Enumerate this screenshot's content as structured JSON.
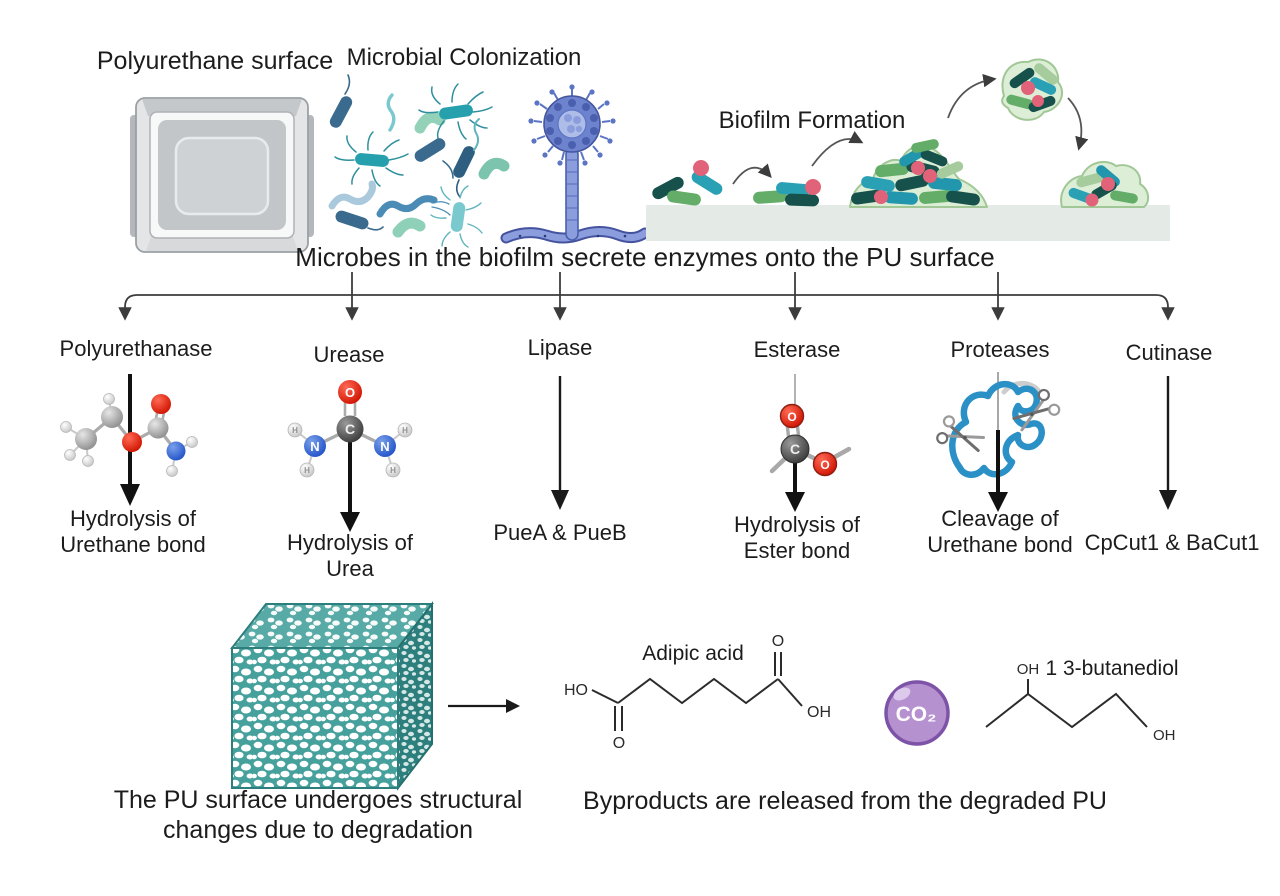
{
  "stage1": {
    "pu_surface_label": "Polyurethane surface",
    "colonization_label": "Microbial Colonization",
    "biofilm_label": "Biofilm Formation"
  },
  "heading": "Microbes in the biofilm secrete enzymes onto the PU surface",
  "enzymes": [
    {
      "name": "Polyurethanase",
      "result": "Hydrolysis of\nUrethane bond",
      "icon": "urethane-molecule-icon"
    },
    {
      "name": "Urease",
      "result": "Hydrolysis of\nUrea",
      "icon": "urea-molecule-icon"
    },
    {
      "name": "Lipase",
      "result": "PueA & PueB",
      "icon": "down-arrow-icon"
    },
    {
      "name": "Esterase",
      "result": "Hydrolysis of\nEster bond",
      "icon": "ester-molecule-icon"
    },
    {
      "name": "Proteases",
      "result": "Cleavage of\nUrethane bond",
      "icon": "protein-scissors-icon"
    },
    {
      "name": "Cutinase",
      "result": "CpCut1 & BaCut1",
      "icon": "down-arrow-icon"
    }
  ],
  "atoms": {
    "o": "O",
    "c": "C",
    "n": "N",
    "h": "H"
  },
  "byproducts": {
    "adipic_acid": {
      "title": "Adipic acid",
      "ho": "HO",
      "o": "O",
      "oh": "OH"
    },
    "co2_label": "CO₂",
    "butanediol": {
      "title": "1 3-butanediol",
      "oh": "OH"
    }
  },
  "captions": {
    "structural": "The PU surface undergoes structural\nchanges due to degradation",
    "byproducts": "Byproducts are released from the degraded PU"
  },
  "colors": {
    "rod_dark_teal": "#17514b",
    "rod_teal": "#2aa0b5",
    "rod_green": "#63ad68",
    "rod_light_green": "#a6cc9e",
    "eps_pink": "#e06379",
    "matrix_green": "#ddeed6",
    "surface_gray_green": "#e4ebe6",
    "fungus_blue": "#6d83cd",
    "protein_blue": "#2b90c6",
    "cube_teal": "#46a09c",
    "co2_purple": "#b691d0",
    "arrow_dark": "#333333"
  }
}
